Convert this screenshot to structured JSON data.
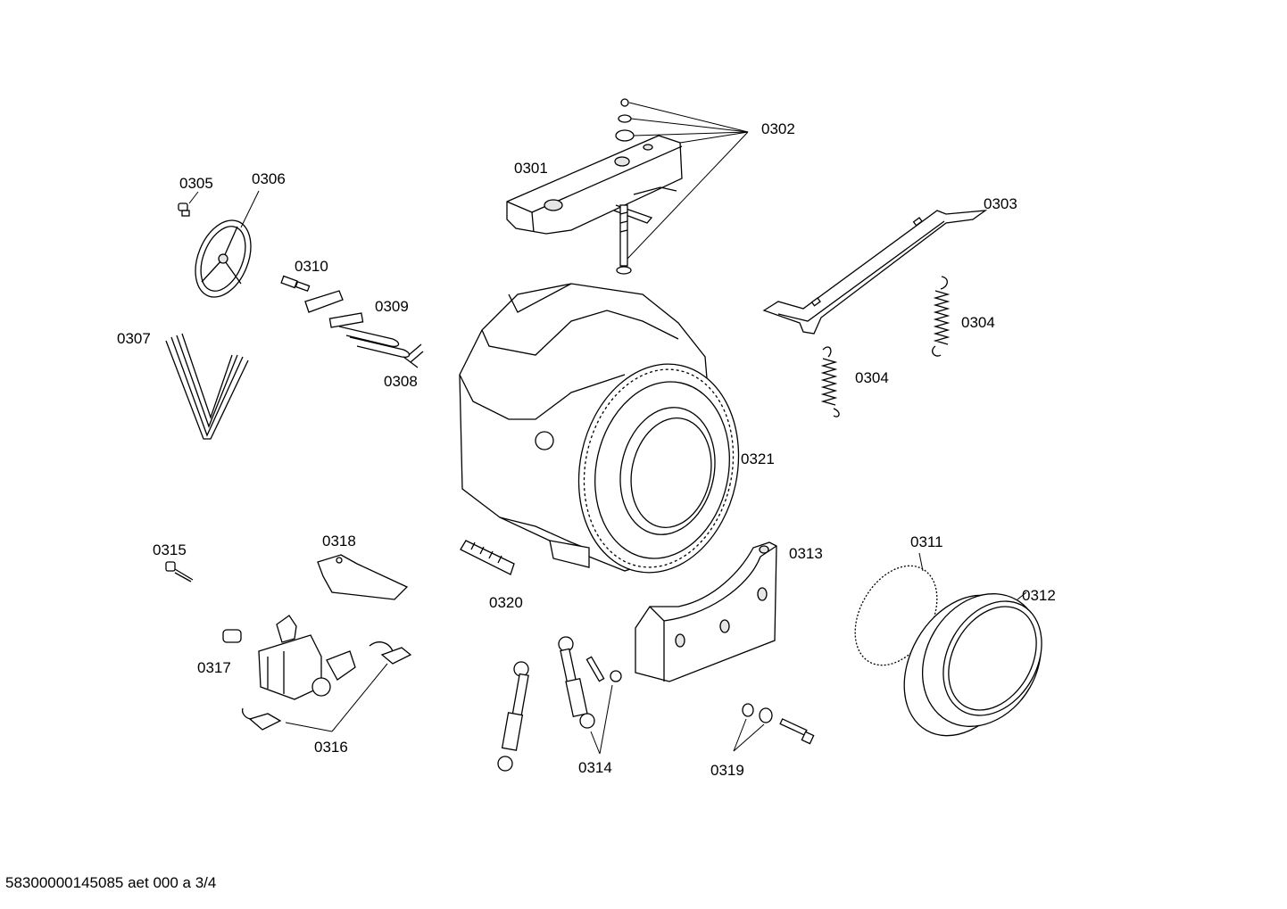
{
  "labels": {
    "p0301": "0301",
    "p0302": "0302",
    "p0303": "0303",
    "p0304a": "0304",
    "p0304b": "0304",
    "p0305": "0305",
    "p0306": "0306",
    "p0307": "0307",
    "p0308": "0308",
    "p0309": "0309",
    "p0310": "0310",
    "p0311": "0311",
    "p0312": "0312",
    "p0313": "0313",
    "p0314": "0314",
    "p0315": "0315",
    "p0316": "0316",
    "p0317": "0317",
    "p0318": "0318",
    "p0319": "0319",
    "p0320": "0320",
    "p0321": "0321"
  },
  "footer": "58300000145085 aet 000 a 3/4"
}
